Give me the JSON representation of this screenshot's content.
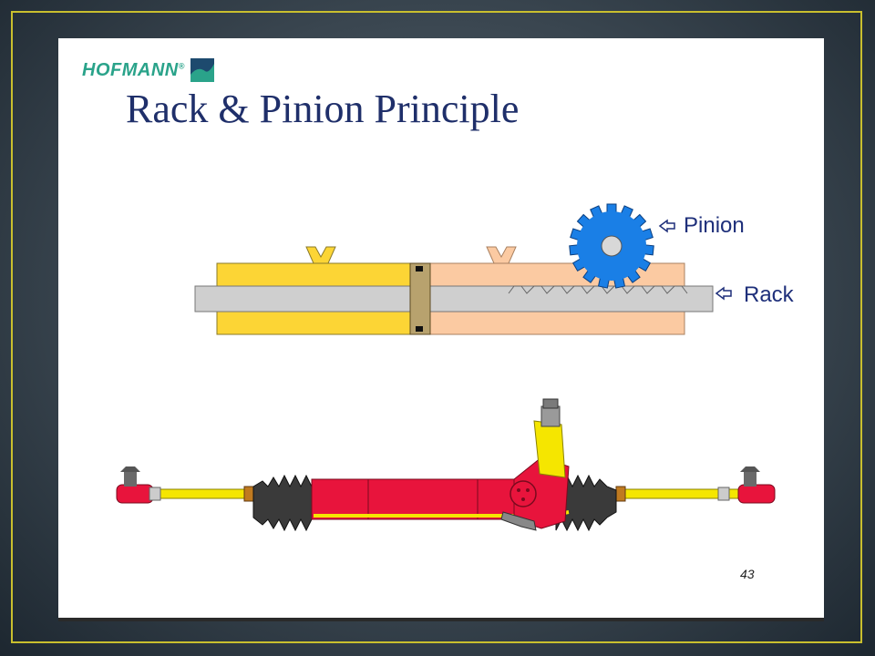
{
  "slide": {
    "logo_text": "HOFMANN",
    "logo_trademark": "®",
    "title": "Rack & Pinion Principle",
    "labels": {
      "pinion": "Pinion",
      "rack": "Rack"
    },
    "page_number": "43"
  },
  "colors": {
    "title": "#1f2f6a",
    "logo": "#2aa38a",
    "left_chamber": "#fcd535",
    "right_chamber": "#fbcaa2",
    "rack": "#cfcfcf",
    "pinion": "#1a7fe6",
    "piston": "#b8a26e",
    "steering_housing": "#e8143c",
    "tie_rod": "#f5e600",
    "boot": "#3a3a3a"
  }
}
